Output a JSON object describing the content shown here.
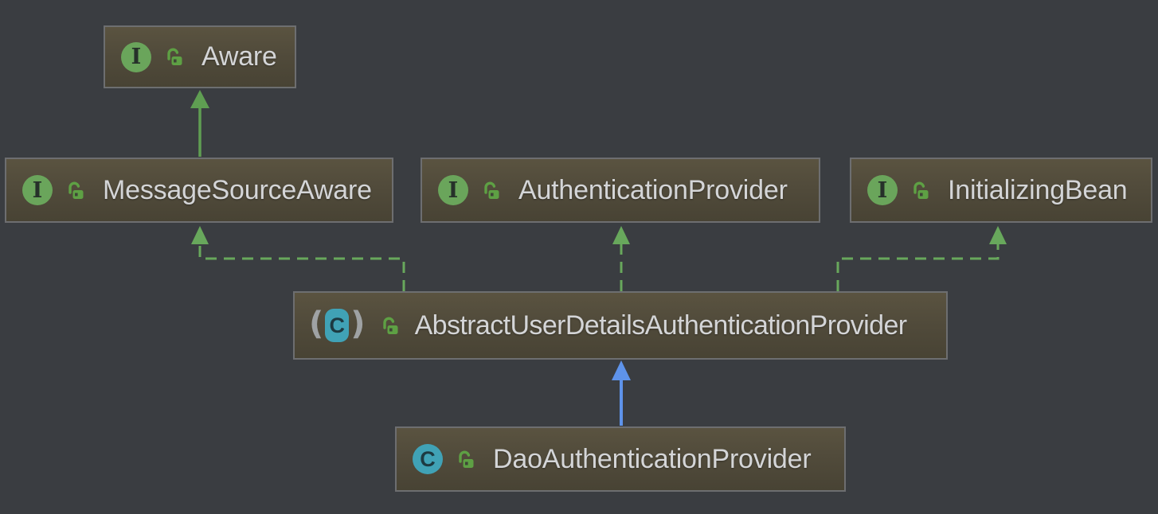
{
  "diagram": {
    "kind": "uml-class-diagram",
    "theme": "darcula",
    "nodes": [
      {
        "id": "aware",
        "label": "Aware",
        "type": "interface",
        "type_letter": "I",
        "visibility": "public"
      },
      {
        "id": "message-source-aware",
        "label": "MessageSourceAware",
        "type": "interface",
        "type_letter": "I",
        "visibility": "public"
      },
      {
        "id": "authentication-provider",
        "label": "AuthenticationProvider",
        "type": "interface",
        "type_letter": "I",
        "visibility": "public"
      },
      {
        "id": "initializing-bean",
        "label": "InitializingBean",
        "type": "interface",
        "type_letter": "I",
        "visibility": "public"
      },
      {
        "id": "abstract-user-details-authentication-provider",
        "label": "AbstractUserDetailsAuthenticationProvider",
        "type": "abstract-class",
        "type_letter": "C",
        "visibility": "public"
      },
      {
        "id": "dao-authentication-provider",
        "label": "DaoAuthenticationProvider",
        "type": "class",
        "type_letter": "C",
        "visibility": "public"
      }
    ],
    "abstract_icon": {
      "open": "(",
      "close": ")"
    },
    "edges": [
      {
        "from": "MessageSourceAware",
        "to": "Aware",
        "relation": "interface-extends",
        "line": "solid",
        "color": "#5f9e52"
      },
      {
        "from": "AbstractUserDetailsAuthenticationProvider",
        "to": "MessageSourceAware",
        "relation": "implements",
        "line": "dashed",
        "color": "#68a85c"
      },
      {
        "from": "AbstractUserDetailsAuthenticationProvider",
        "to": "AuthenticationProvider",
        "relation": "implements",
        "line": "dashed",
        "color": "#68a85c"
      },
      {
        "from": "AbstractUserDetailsAuthenticationProvider",
        "to": "InitializingBean",
        "relation": "implements",
        "line": "dashed",
        "color": "#68a85c"
      },
      {
        "from": "DaoAuthenticationProvider",
        "to": "AbstractUserDetailsAuthenticationProvider",
        "relation": "extends",
        "line": "solid",
        "color": "#5e93ea"
      }
    ],
    "colors": {
      "background": "#3a3d41",
      "node_fill_top": "#5a5340",
      "node_fill_bottom": "#484334",
      "node_border": "#6d6e70",
      "label_text": "#d4d5d7",
      "interface_badge": "#6aa55b",
      "class_badge": "#40a2b6",
      "lock_green": "#5ea044",
      "extends_green": "#5f9e52",
      "extends_blue": "#5e93ea"
    }
  }
}
